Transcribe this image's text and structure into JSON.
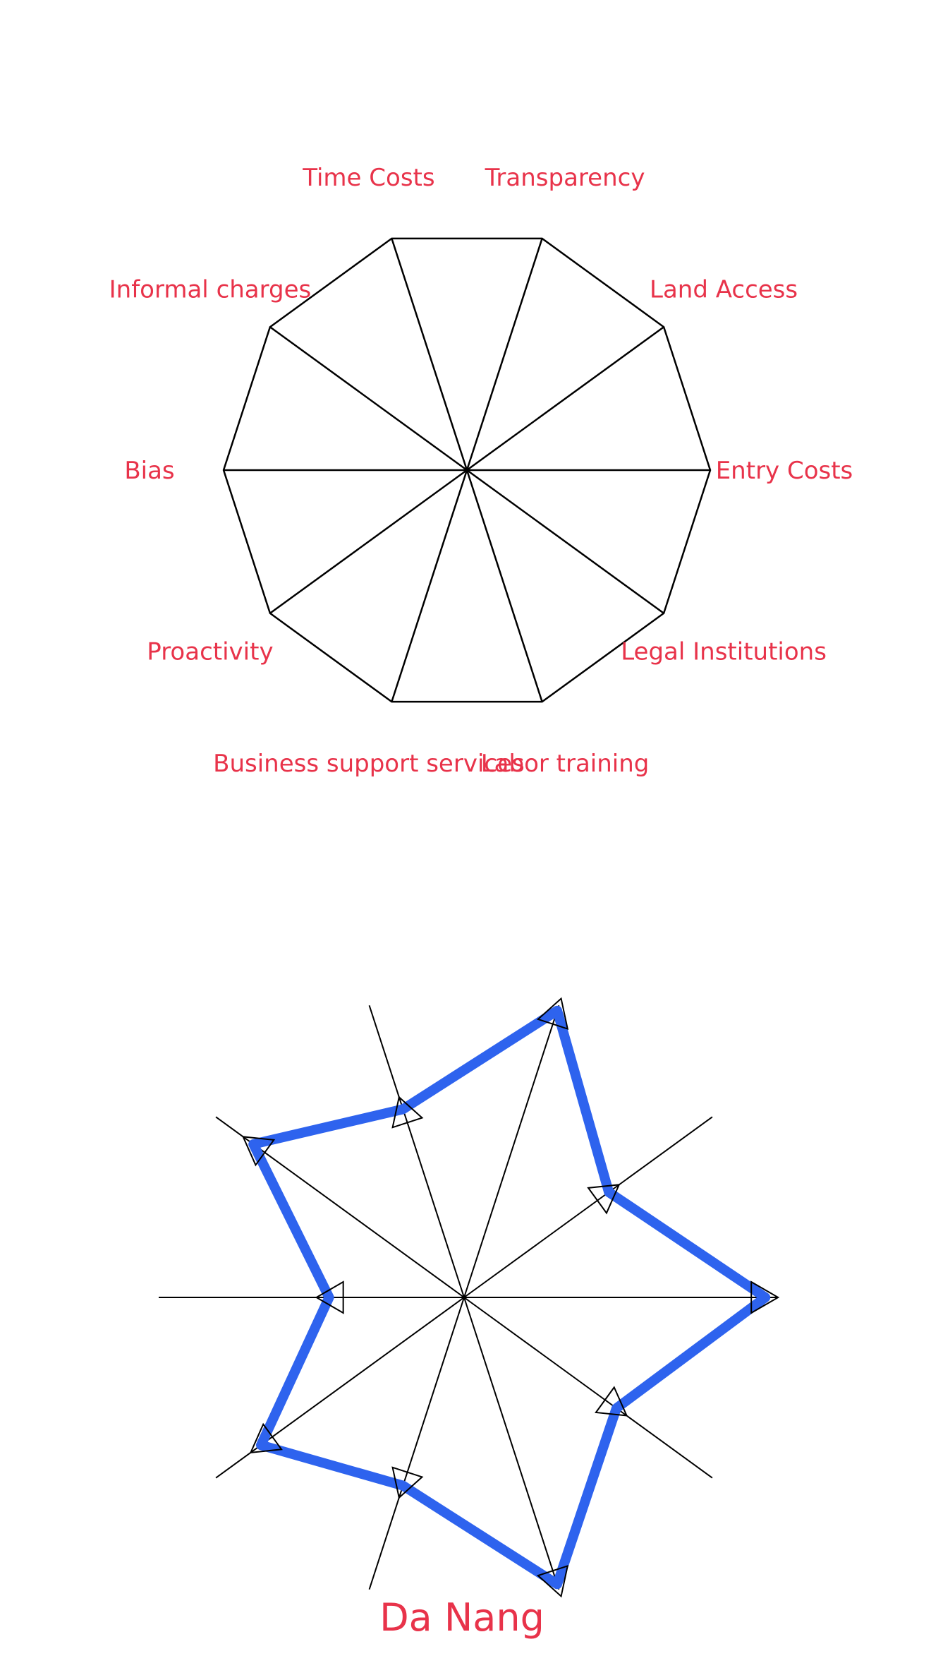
{
  "chart_data": {
    "type": "radar",
    "title": "Da Nang",
    "axes": [
      "Entry Costs",
      "Land Access",
      "Transparency",
      "Time Costs",
      "Informal charges",
      "Bias",
      "Proactivity",
      "Business support services",
      "Labor training",
      "Legal Institutions"
    ],
    "series": [
      {
        "values": [
          0.96,
          0.57,
          0.96,
          0.63,
          0.83,
          0.43,
          0.8,
          0.63,
          0.96,
          0.6
        ]
      }
    ],
    "scale": [
      0,
      1
    ],
    "grid": "decagon outline with spokes",
    "colors": {
      "series": "#2e63ee",
      "labels": "#e8334a",
      "axes": "#000000"
    }
  }
}
